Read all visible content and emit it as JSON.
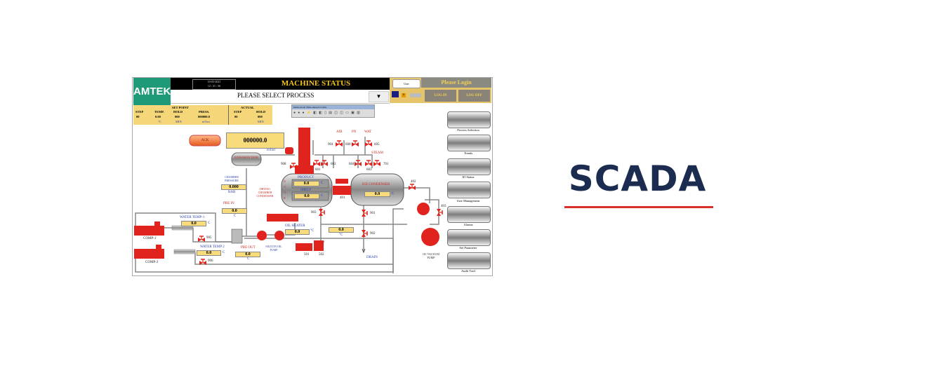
{
  "header": {
    "logo": "AMTEK",
    "date": "10-03-2021",
    "time": "12 : 31 : 56",
    "title": "MACHINE STATUS",
    "process_select": "PLEASE SELECT PROCESS",
    "user_field": "User",
    "please_login": "Please Login",
    "log_in": "LOG IN",
    "log_off": "LOG OFF"
  },
  "setpoint": {
    "title": "SET POINT",
    "actual_title": "ACTUAL",
    "columns": [
      "STEP",
      "TEMP.",
      "HOLD",
      "PRESS.",
      "STEP",
      "HOLD"
    ],
    "values": [
      "00",
      "0.00",
      "000",
      "000000.0",
      "00",
      "000"
    ],
    "units": [
      "°C",
      "MIN",
      "mTorr",
      "MIN"
    ]
  },
  "toolbar": {
    "title": "Demo mode Time elapsed: 0 min."
  },
  "nav": [
    "Process Selection",
    "Trends",
    "IO Status",
    "User Management",
    "Alarms",
    "Set Parameter",
    "Audit Trail"
  ],
  "process": {
    "ack": "ACK",
    "pressure_value": "000000.0",
    "pressure_unit": "mTorr",
    "expansion_tank": "EXPANSION TANK",
    "chamber_pressure_label": "CHAMBER PRESSURE",
    "chamber_pressure_value": "0.000",
    "chamber_pressure_unit": "BAR",
    "pre_in_label": "PRE IN",
    "pre_in_value": "0.0",
    "pre_in_unit": "C",
    "water_temp1_label": "WATER TEMP-1",
    "water_temp1_value": "0.0",
    "water_temp1_unit": "C",
    "water_temp2_label": "WATER TEMP 2",
    "water_temp2_value": "0.0",
    "water_temp2_unit": "C",
    "comp1": "COMP-1",
    "comp2": "COMP-2",
    "pre_out_label": "PRE OUT",
    "pre_out_value": "0.0",
    "pre_out_unit": "C",
    "silicon_pump": "SILICON OIL PUMP",
    "drying_chamber": "DRYING CHAMBER CONDENSER",
    "oil_heater_label": "OIL HEATER",
    "oil_heater_value": "0.0",
    "oil_heater_unit": "°C",
    "door": "DOOR",
    "product_label": "PRODUCT",
    "product_value": "0.0",
    "product_unit": "C",
    "shelf_label": "SHELF",
    "shelf_value": "0.0",
    "shelf_unit": "C",
    "ice_condenser_label": "ICE CONDENSER",
    "ice_condenser_value": "0.0",
    "ice_condenser_unit": "C",
    "aux_value": "0.0",
    "aux_unit": "°C",
    "air": "AIR",
    "pn": "PN",
    "wat": "WAT",
    "steam": "STEAM",
    "drain": "DRAIN",
    "vacuum_pump": "OC VACUUM PUMP",
    "valves": {
      "v905": "905",
      "v906": "906",
      "v908": "908",
      "v601": "601",
      "v602": "602",
      "v604": "604",
      "v603": "603",
      "v701": "701",
      "v401": "401",
      "v903": "903",
      "v901": "901",
      "v902": "902",
      "v501": "501",
      "v502": "502",
      "v402": "402",
      "v403": "403",
      "v600": "600",
      "v605": "605",
      "v904": "904"
    }
  },
  "banner": {
    "title": "SCADA"
  },
  "colors": {
    "brand_green": "#1f9a78",
    "navy": "#1b2c50",
    "accent_red": "#d8312a",
    "value_yellow": "#f8dc7c",
    "equipment_red": "#e0231c"
  }
}
